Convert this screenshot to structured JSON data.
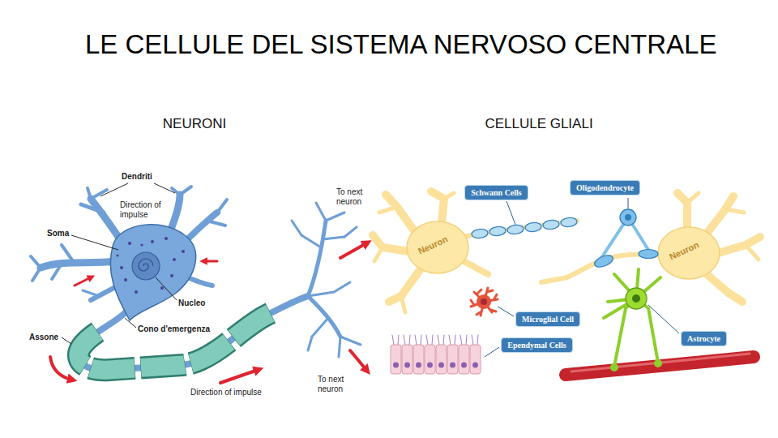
{
  "diagram": {
    "title": "LE CELLULE DEL SISTEMA NERVOSO CENTRALE",
    "nodes": [
      {
        "text": [
          "Schwann Cells"
        ]
      },
      {
        "text": [
          "Oligodendrocyte"
        ]
      },
      {
        "text": [
          "Microglial Cell"
        ]
      },
      {
        "text": [
          "Ependymal Cells"
        ]
      },
      {
        "text": [
          "Astrocyte"
        ]
      }
    ],
    "labels": [
      "NEURONI",
      "CELLULE GLIALI",
      "Dendriti",
      "Direction of impulse",
      "To next neuron",
      "Soma",
      "Nucleo",
      "Cono d'emergenza",
      "Assone",
      "Direction of impulse",
      "To next neuron",
      "Neuron",
      "Neuron"
    ]
  }
}
